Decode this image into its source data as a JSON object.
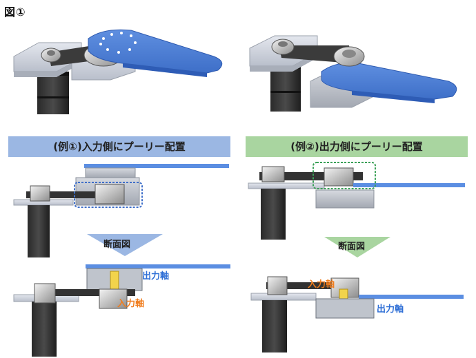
{
  "figure_title": "図①",
  "example1": {
    "banner": "(例①)入力側にプーリー配置",
    "section_label": "断面図",
    "output_shaft_label": "出力軸",
    "input_shaft_label": "入力軸"
  },
  "example2": {
    "banner": "(例②)出力側にプーリー配置",
    "section_label": "断面図",
    "output_shaft_label": "出力軸",
    "input_shaft_label": "入力軸"
  },
  "colors": {
    "arm_blue": "#4a7fd8",
    "banner_blue": "#9bb7e3",
    "banner_green": "#a9d5a0",
    "highlight_blue": "#3f6fc9",
    "highlight_green": "#3aa057",
    "label_blue": "#2f6fd6",
    "label_orange": "#f07c1c",
    "shaft_yellow": "#f2d34b"
  }
}
